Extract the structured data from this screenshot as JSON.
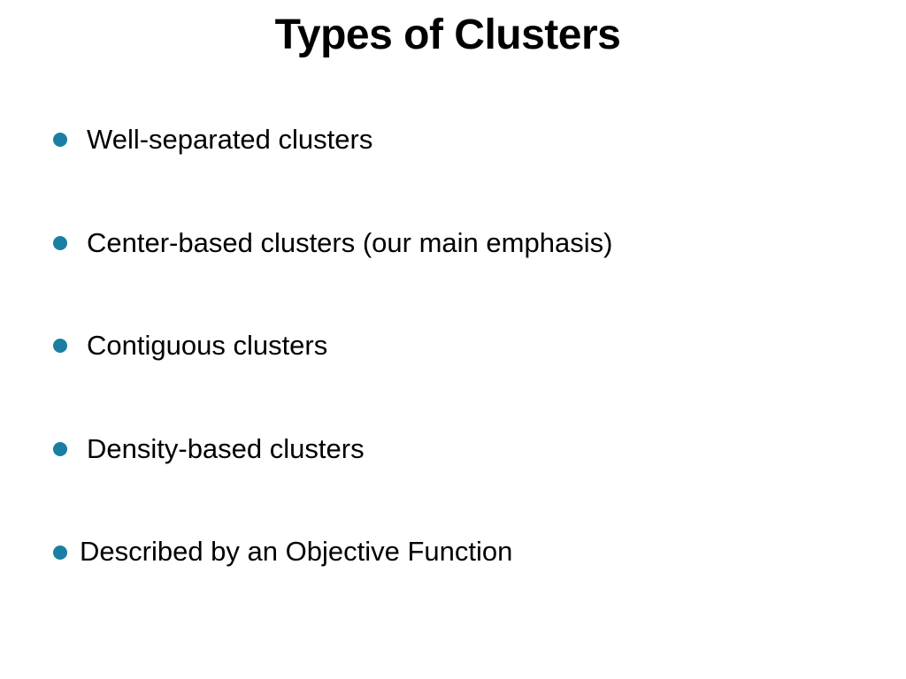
{
  "slide": {
    "title": "Types of Clusters",
    "bullet_color": "#1b7fa3",
    "bullets": [
      {
        "text": "Well-separated clusters"
      },
      {
        "text": "Center-based clusters (our main emphasis)"
      },
      {
        "text": "Contiguous clusters"
      },
      {
        "text": "Density-based clusters"
      },
      {
        "text": "Described by an Objective Function"
      }
    ]
  }
}
